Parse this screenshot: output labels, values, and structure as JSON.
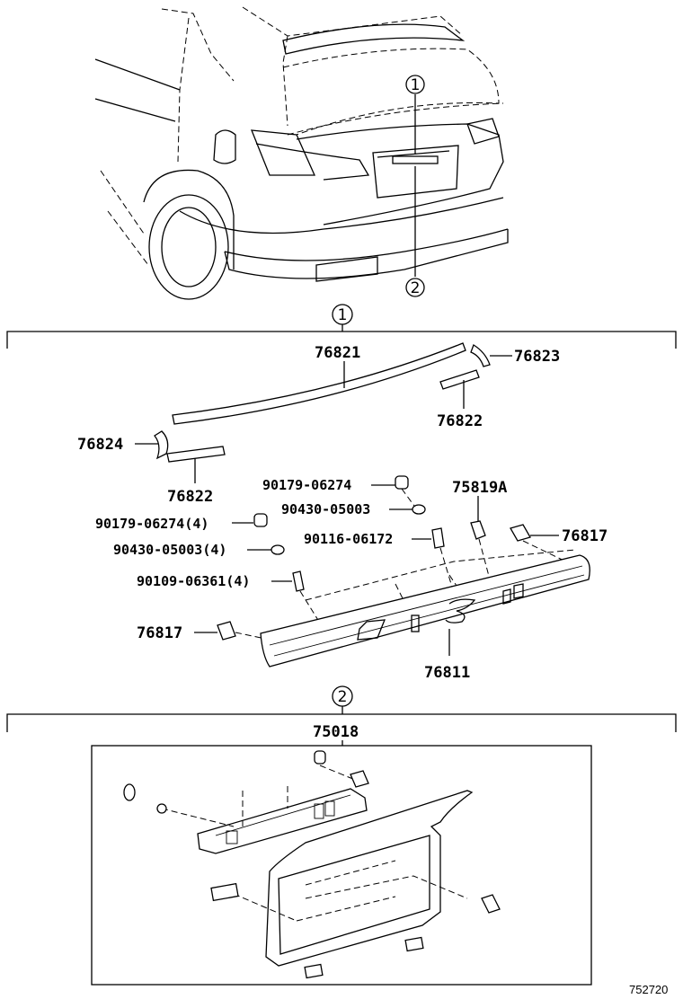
{
  "diagram": {
    "callout_1": "1",
    "callout_2": "2",
    "section_1": {
      "marker": "1",
      "parts": {
        "p76821": "76821",
        "p76823": "76823",
        "p76822a": "76822",
        "p76824": "76824",
        "p76822b": "76822",
        "p90179a": "90179-06274",
        "p75819a": "75819A",
        "p90430a": "90430-05003",
        "p90179b": "90179-06274(4)",
        "p90116": "90116-06172",
        "p76817a": "76817",
        "p90430b": "90430-05003(4)",
        "p90109": "90109-06361(4)",
        "p76817b": "76817",
        "p76811": "76811"
      }
    },
    "section_2": {
      "marker": "2",
      "parts": {
        "p75018": "75018"
      }
    },
    "reference": "752720"
  }
}
